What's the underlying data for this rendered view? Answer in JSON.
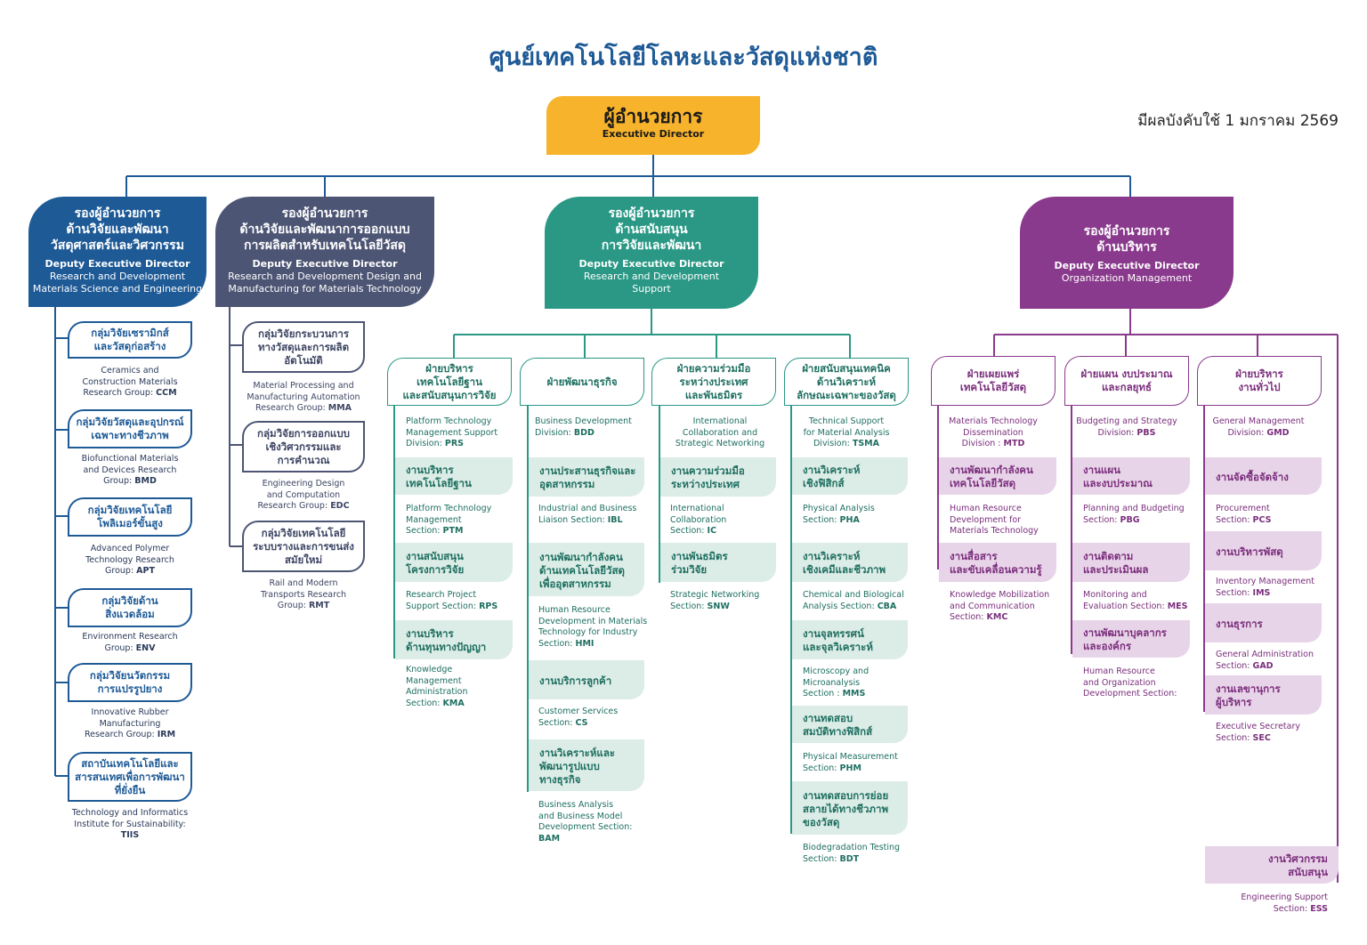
{
  "header": {
    "title": "ศูนย์เทคโนโลยีโลหะและวัสดุแห่งชาติ",
    "effective_date": "มีผลบังคับใช้ 1 มกราคม 2569"
  },
  "executive": {
    "title_th": "ผู้อำนวยการ",
    "title_en": "Executive Director"
  },
  "colors": {
    "blue": "#1e5a96",
    "slate": "#4d5574",
    "teal": "#2a9885",
    "purple": "#8a3a8c",
    "gold": "#f7b32b"
  },
  "deputies": {
    "materials": {
      "title_th": [
        "รองผู้อำนวยการ",
        "ด้านวิจัยและพัฒนา",
        "วัสดุศาสตร์และวิศวกรรม"
      ],
      "title_en": "Deputy Executive Director",
      "sub_en": [
        "Research and Development",
        "Materials Science and Engineering"
      ]
    },
    "design": {
      "title_th": [
        "รองผู้อำนวยการ",
        "ด้านวิจัยและพัฒนาการออกแบบ",
        "การผลิตสำหรับเทคโนโลยีวัสดุ"
      ],
      "title_en": "Deputy Executive Director",
      "sub_en": [
        "Research and Development Design and",
        "Manufacturing for Materials Technology"
      ]
    },
    "support": {
      "title_th": [
        "รองผู้อำนวยการ",
        "ด้านสนับสนุน",
        "การวิจัยและพัฒนา"
      ],
      "title_en": "Deputy Executive Director",
      "sub_en": [
        "Research and Development",
        "Support"
      ]
    },
    "management": {
      "title_th": [
        "รองผู้อำนวยการ",
        "ด้านบริหาร"
      ],
      "title_en": "Deputy Executive Director",
      "sub_en": [
        "Organization Management"
      ]
    }
  },
  "groups_materials": [
    {
      "th": [
        "กลุ่มวิจัยเซรามิกส์",
        "และวัสดุก่อสร้าง"
      ],
      "en": [
        "Ceramics and",
        "Construction Materials",
        "Research Group:"
      ],
      "code": "CCM"
    },
    {
      "th": [
        "กลุ่มวิจัยวัสดุและอุปกรณ์",
        "เฉพาะทางชีวภาพ"
      ],
      "en": [
        "Biofunctional Materials",
        "and Devices Research",
        "Group:"
      ],
      "code": "BMD"
    },
    {
      "th": [
        "กลุ่มวิจัยเทคโนโลยี",
        "โพลิเมอร์ขั้นสูง"
      ],
      "en": [
        "Advanced Polymer",
        "Technology Research",
        "Group:"
      ],
      "code": "APT"
    },
    {
      "th": [
        "กลุ่มวิจัยด้าน",
        "สิ่งแวดล้อม"
      ],
      "en": [
        "Environment Research",
        "Group:"
      ],
      "code": "ENV"
    },
    {
      "th": [
        "กลุ่มวิจัยนวัตกรรม",
        "การแปรรูปยาง"
      ],
      "en": [
        "Innovative Rubber",
        "Manufacturing",
        "Research Group:"
      ],
      "code": "IRM"
    },
    {
      "th": [
        "สถาบันเทคโนโลยีและ",
        "สารสนเทศเพื่อการพัฒนา",
        "ที่ยั่งยืน"
      ],
      "en": [
        "Technology and Informatics",
        "Institute for Sustainability:"
      ],
      "code": "TIIS"
    }
  ],
  "groups_design": [
    {
      "th": [
        "กลุ่มวิจัยกระบวนการ",
        "ทางวัสดุและการผลิต",
        "อัตโนมัติ"
      ],
      "en": [
        "Material Processing and",
        "Manufacturing Automation",
        "Research Group:"
      ],
      "code": "MMA"
    },
    {
      "th": [
        "กลุ่มวิจัยการออกแบบ",
        "เชิงวิศวกรรมและ",
        "การคำนวณ"
      ],
      "en": [
        "Engineering Design",
        "and Computation",
        "Research Group:"
      ],
      "code": "EDC"
    },
    {
      "th": [
        "กลุ่มวิจัยเทคโนโลยี",
        "ระบบรางและการขนส่ง",
        "สมัยใหม่"
      ],
      "en": [
        "Rail and Modern",
        "Transports Research",
        "Group:"
      ],
      "code": "RMT"
    }
  ],
  "support_divisions": [
    {
      "th": [
        "ฝ่ายบริหาร",
        "เทคโนโลยีฐาน",
        "และสนับสนุนการวิจัย"
      ],
      "en": [
        "Platform Technology",
        "Management Support",
        "Division:"
      ],
      "code": "PRS",
      "sections": [
        {
          "th": [
            "งานบริหาร",
            "เทคโนโลยีฐาน"
          ],
          "en": [
            "Platform Technology",
            "Management",
            "Section:"
          ],
          "code": "PTM"
        },
        {
          "th": [
            "งานสนับสนุน",
            "โครงการวิจัย"
          ],
          "en": [
            "Research Project",
            "Support Section:"
          ],
          "code": "RPS"
        },
        {
          "th": [
            "งานบริหาร",
            "ด้านทุนทางปัญญา"
          ],
          "en": [
            "Knowledge",
            "Management",
            "Administration",
            "Section:"
          ],
          "code": "KMA"
        }
      ]
    },
    {
      "th": [
        "ฝ่ายพัฒนาธุรกิจ"
      ],
      "en": [
        "Business Development",
        "Division:"
      ],
      "code": "BDD",
      "sections": [
        {
          "th": [
            "งานประสานธุรกิจและ",
            "อุตสาหกรรม"
          ],
          "en": [
            "Industrial and Business",
            "Liaison Section:"
          ],
          "code": "IBL"
        },
        {
          "th": [
            "งานพัฒนากำลังคน",
            "ด้านเทคโนโลยีวัสดุ",
            "เพื่ออุตสาหกรรม"
          ],
          "en": [
            "Human Resource",
            "Development in Materials",
            "Technology for Industry",
            "Section:"
          ],
          "code": "HMI"
        },
        {
          "th": [
            "งานบริการลูกค้า"
          ],
          "en": [
            "Customer Services",
            "Section:"
          ],
          "code": "CS"
        },
        {
          "th": [
            "งานวิเคราะห์และ",
            "พัฒนารูปแบบ",
            "ทางธุรกิจ"
          ],
          "en": [
            "Business Analysis",
            "and Business Model",
            "Development Section:"
          ],
          "code": "BAM"
        }
      ]
    },
    {
      "th": [
        "ฝ่ายความร่วมมือ",
        "ระหว่างประเทศ",
        "และพันธมิตร"
      ],
      "en": [
        "International",
        "Collaboration and",
        "Strategic Networking"
      ],
      "code": "",
      "sections": [
        {
          "th": [
            "งานความร่วมมือ",
            "ระหว่างประเทศ"
          ],
          "en": [
            "International",
            "Collaboration",
            "Section:"
          ],
          "code": "IC"
        },
        {
          "th": [
            "งานพันธมิตร",
            "ร่วมวิจัย"
          ],
          "en": [
            "Strategic Networking",
            "Section:"
          ],
          "code": "SNW"
        }
      ]
    },
    {
      "th": [
        "ฝ่ายสนับสนุนเทคนิค",
        "ด้านวิเคราะห์",
        "ลักษณะเฉพาะของวัสดุ"
      ],
      "en": [
        "Technical Support",
        "for Material Analysis",
        "Division:"
      ],
      "code": "TSMA",
      "sections": [
        {
          "th": [
            "งานวิเคราะห์",
            "เชิงฟิสิกส์"
          ],
          "en": [
            "Physical Analysis",
            "Section:"
          ],
          "code": "PHA"
        },
        {
          "th": [
            "งานวิเคราะห์",
            "เชิงเคมีและชีวภาพ"
          ],
          "en": [
            "Chemical and Biological",
            "Analysis Section:"
          ],
          "code": "CBA"
        },
        {
          "th": [
            "งานจุลทรรศน์",
            "และจุลวิเคราะห์"
          ],
          "en": [
            "Microscopy and",
            "Microanalysis",
            "Section :"
          ],
          "code": "MMS"
        },
        {
          "th": [
            "งานทดสอบ",
            "สมบัติทางฟิสิกส์"
          ],
          "en": [
            "Physical Measurement",
            "Section:"
          ],
          "code": "PHM"
        },
        {
          "th": [
            "งานทดสอบการย่อย",
            "สลายได้ทางชีวภาพ",
            "ของวัสดุ"
          ],
          "en": [
            "Biodegradation Testing",
            "Section:"
          ],
          "code": "BDT"
        }
      ]
    }
  ],
  "management_divisions": [
    {
      "th": [
        "ฝ่ายเผยแพร่",
        "เทคโนโลยีวัสดุ"
      ],
      "en": [
        "Materials Technology",
        "Dissemination",
        "Division :"
      ],
      "code": "MTD",
      "sections": [
        {
          "th": [
            "งานพัฒนากำลังคน",
            "เทคโนโลยีวัสดุ"
          ],
          "en": [
            "Human Resource",
            "Development for",
            "Materials Technology"
          ],
          "code": ""
        },
        {
          "th": [
            "งานสื่อสาร",
            "และขับเคลื่อนความรู้"
          ],
          "en": [
            "Knowledge Mobilization",
            "and Communication",
            "Section:"
          ],
          "code": "KMC"
        }
      ]
    },
    {
      "th": [
        "ฝ่ายแผน งบประมาณ",
        "และกลยุทธ์"
      ],
      "en": [
        "Budgeting and Strategy",
        "Division:"
      ],
      "code": "PBS",
      "sections": [
        {
          "th": [
            "งานแผน",
            "และงบประมาณ"
          ],
          "en": [
            "Planning and Budgeting",
            "Section:"
          ],
          "code": "PBG"
        },
        {
          "th": [
            "งานติดตาม",
            "และประเมินผล"
          ],
          "en": [
            "Monitoring and",
            "Evaluation Section:"
          ],
          "code": "MES"
        },
        {
          "th": [
            "งานพัฒนาบุคลากร",
            "และองค์กร"
          ],
          "en": [
            "Human Resource",
            "and Organization",
            "Development Section:"
          ],
          "code": ""
        }
      ]
    },
    {
      "th": [
        "ฝ่ายบริหาร",
        "งานทั่วไป"
      ],
      "en": [
        "General Management",
        "Division:"
      ],
      "code": "GMD",
      "sections": [
        {
          "th": [
            "งานจัดซื้อจัดจ้าง"
          ],
          "en": [
            "Procurement",
            "Section:"
          ],
          "code": "PCS"
        },
        {
          "th": [
            "งานบริหารพัสดุ"
          ],
          "en": [
            "Inventory Management",
            "Section:"
          ],
          "code": "IMS"
        },
        {
          "th": [
            "งานธุรการ"
          ],
          "en": [
            "General Administration",
            "Section:"
          ],
          "code": "GAD"
        },
        {
          "th": [
            "งานเลขานุการ",
            "ผู้บริหาร"
          ],
          "en": [
            "Executive Secretary",
            "Section:"
          ],
          "code": "SEC"
        }
      ]
    }
  ],
  "engineering_support": {
    "th": [
      "งานวิศวกรรม",
      "สนับสนุน"
    ],
    "en": [
      "Engineering Support",
      "Section:"
    ],
    "code": "ESS"
  }
}
